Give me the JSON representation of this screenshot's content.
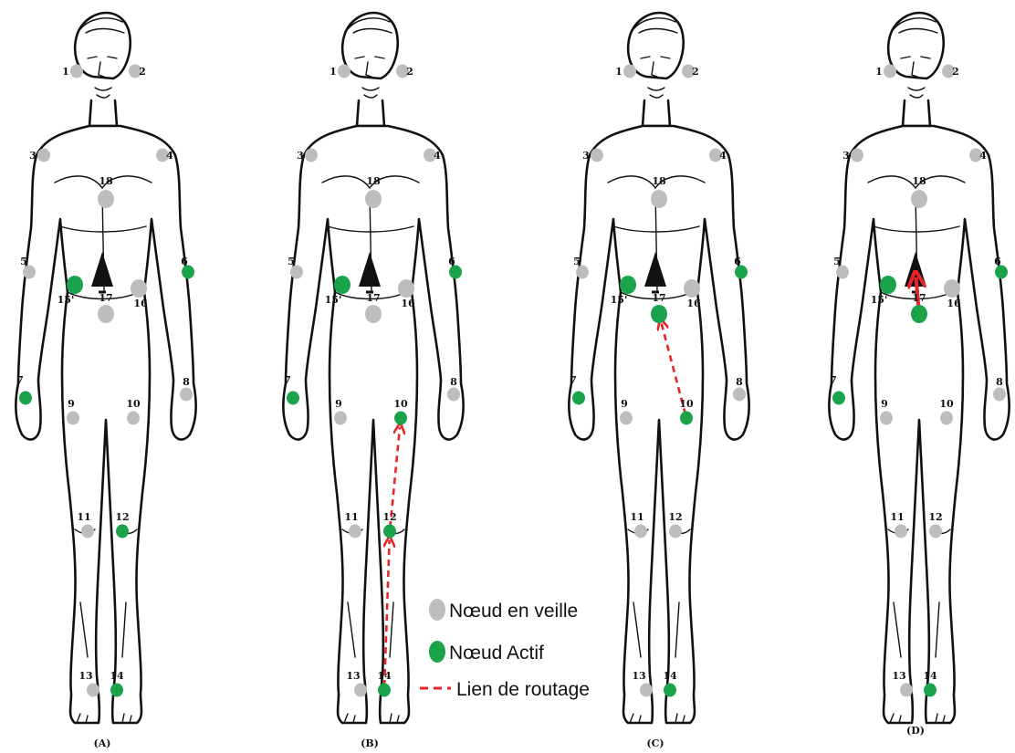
{
  "colors": {
    "standby": "#bdbdbd",
    "active": "#1aa34a",
    "route": "#e8262a",
    "outline": "#111111"
  },
  "legend": {
    "standby_label": "Nœud en veille",
    "active_label": "Nœud Actif",
    "route_label": "Lien de routage"
  },
  "panels": [
    {
      "caption": "(A)",
      "active": [
        "6",
        "7",
        "12",
        "14",
        "15'"
      ],
      "routes": []
    },
    {
      "caption": "(B)",
      "active": [
        "6",
        "7",
        "10",
        "12",
        "14",
        "15'"
      ],
      "routes": [
        [
          "14",
          "12"
        ],
        [
          "12",
          "10"
        ]
      ]
    },
    {
      "caption": "(C)",
      "active": [
        "6",
        "7",
        "10",
        "14",
        "15'",
        "17"
      ],
      "routes": [
        [
          "10",
          "17"
        ]
      ]
    },
    {
      "caption": "(D)",
      "active": [
        "6",
        "7",
        "14",
        "15'",
        "17"
      ],
      "routes": [
        [
          "17",
          "heart"
        ]
      ]
    }
  ],
  "nodes": [
    "1",
    "2",
    "3",
    "4",
    "5",
    "6",
    "7",
    "8",
    "9",
    "10",
    "11",
    "12",
    "13",
    "14",
    "15'",
    "16",
    "17",
    "18"
  ]
}
